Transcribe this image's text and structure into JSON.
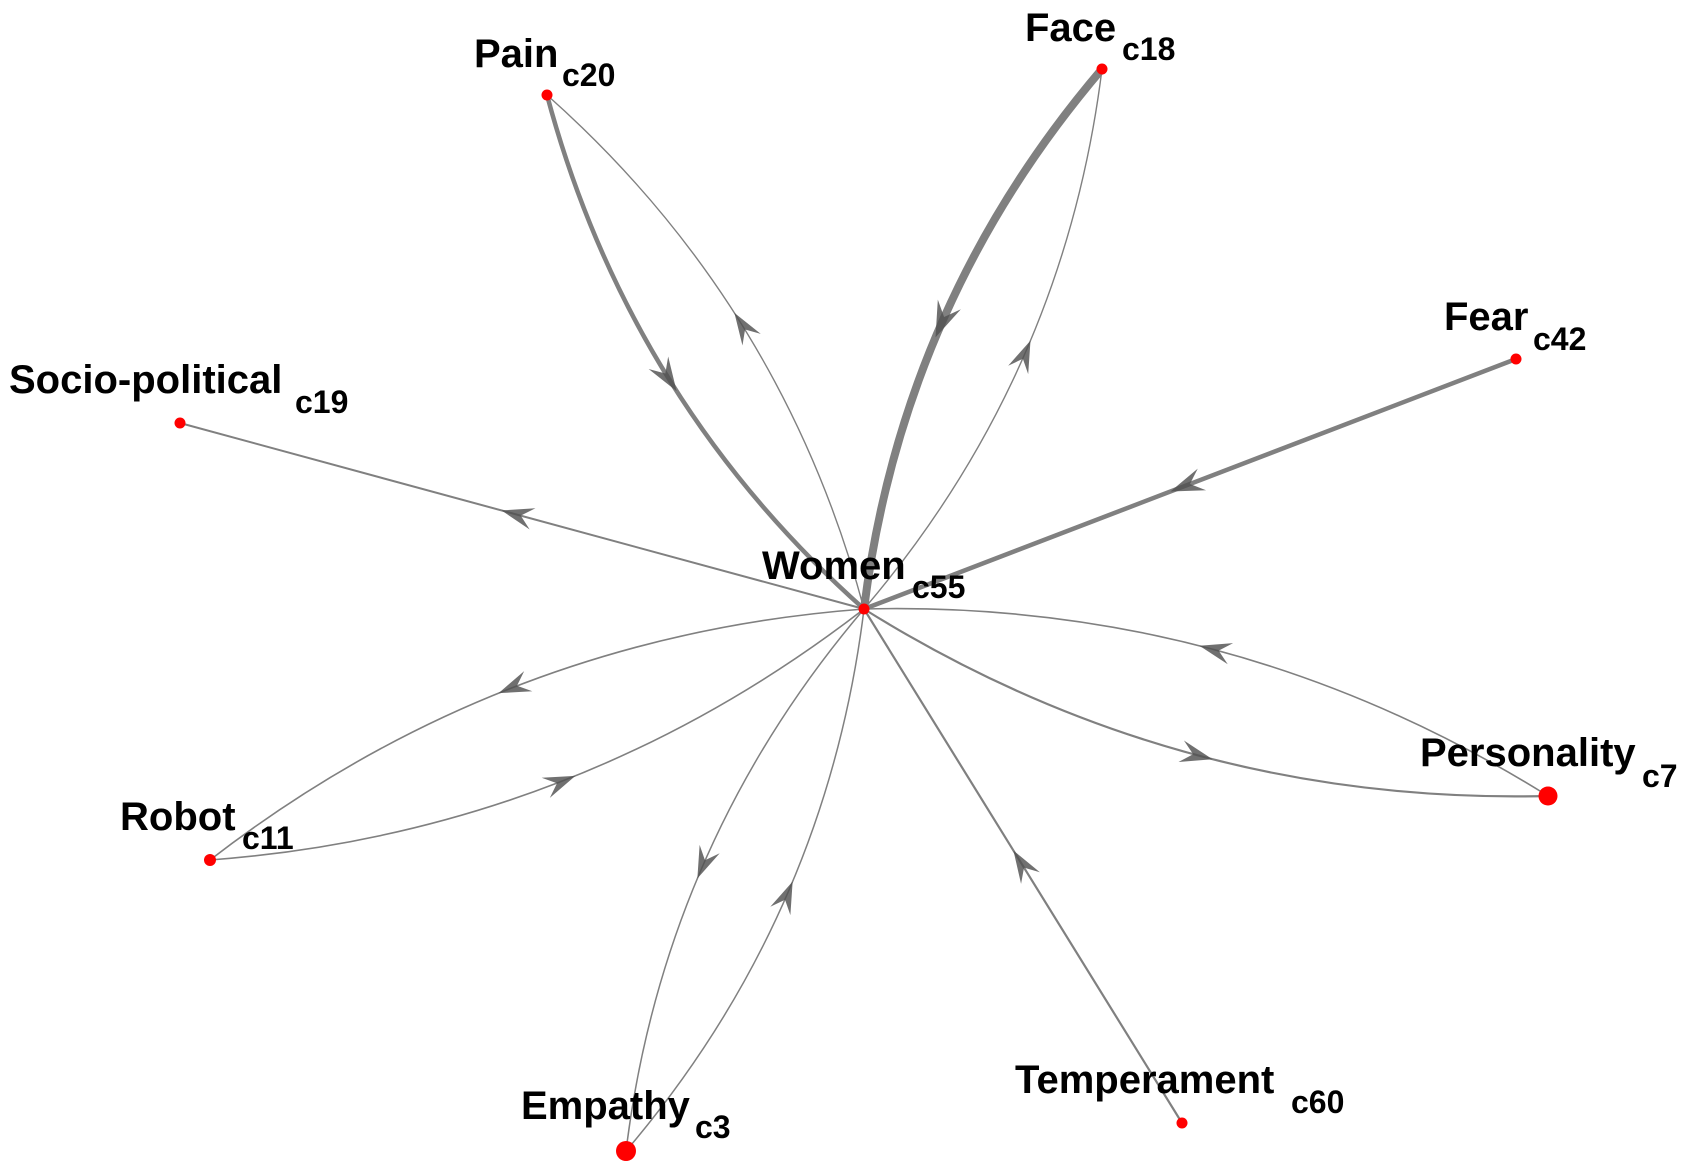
{
  "diagram": {
    "node_color": "#ff0000",
    "edge_color": "#808080",
    "arrow_color": "#505050",
    "label_color": "#000000",
    "nodes": [
      {
        "label": "Women",
        "sub": "c55"
      },
      {
        "label": "Pain",
        "sub": "c20"
      },
      {
        "label": "Face",
        "sub": "c18"
      },
      {
        "label": "Fear",
        "sub": "c42"
      },
      {
        "label": "Socio-political",
        "sub": "c19"
      },
      {
        "label": "Robot",
        "sub": "c11"
      },
      {
        "label": "Empathy",
        "sub": "c3"
      },
      {
        "label": "Temperament",
        "sub": "c60"
      },
      {
        "label": "Personality",
        "sub": "c7"
      }
    ],
    "edges": [
      {
        "from": 1,
        "to": 0
      },
      {
        "from": 0,
        "to": 1
      },
      {
        "from": 2,
        "to": 0
      },
      {
        "from": 0,
        "to": 2
      },
      {
        "from": 3,
        "to": 0
      },
      {
        "from": 0,
        "to": 4
      },
      {
        "from": 0,
        "to": 5
      },
      {
        "from": 5,
        "to": 0
      },
      {
        "from": 0,
        "to": 6
      },
      {
        "from": 6,
        "to": 0
      },
      {
        "from": 7,
        "to": 0
      },
      {
        "from": 8,
        "to": 0
      },
      {
        "from": 0,
        "to": 8
      }
    ]
  }
}
